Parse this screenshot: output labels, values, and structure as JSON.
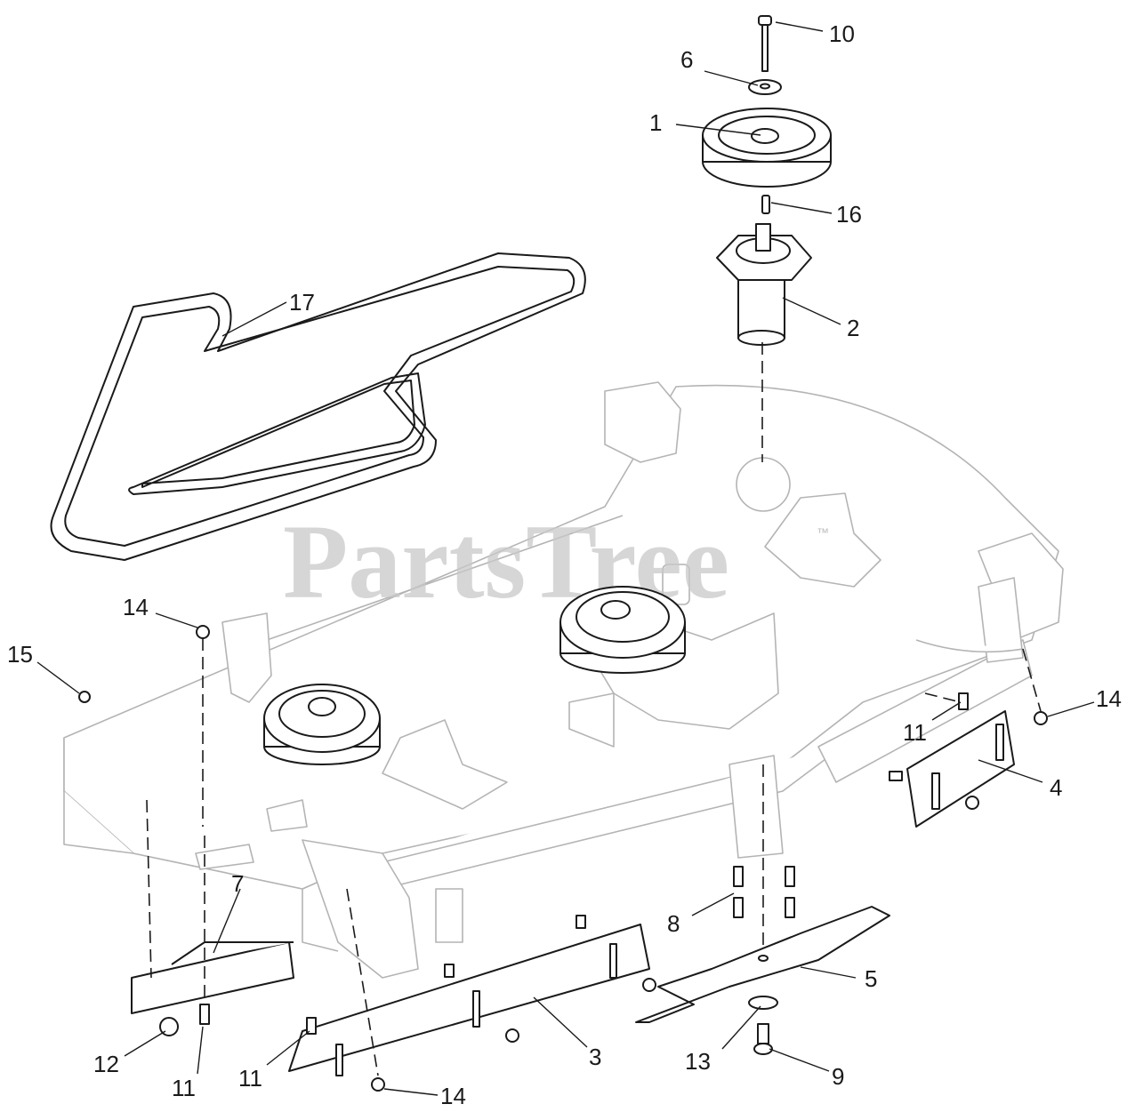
{
  "watermark": {
    "text": "PartsTree",
    "mark": "™"
  },
  "callouts": [
    {
      "n": "1"
    },
    {
      "n": "2"
    },
    {
      "n": "3"
    },
    {
      "n": "4"
    },
    {
      "n": "5"
    },
    {
      "n": "6"
    },
    {
      "n": "7"
    },
    {
      "n": "8"
    },
    {
      "n": "9"
    },
    {
      "n": "10"
    },
    {
      "n": "11"
    },
    {
      "n": "11"
    },
    {
      "n": "11"
    },
    {
      "n": "12"
    },
    {
      "n": "13"
    },
    {
      "n": "14"
    },
    {
      "n": "14"
    },
    {
      "n": "14"
    },
    {
      "n": "15"
    },
    {
      "n": "16"
    },
    {
      "n": "17"
    }
  ]
}
